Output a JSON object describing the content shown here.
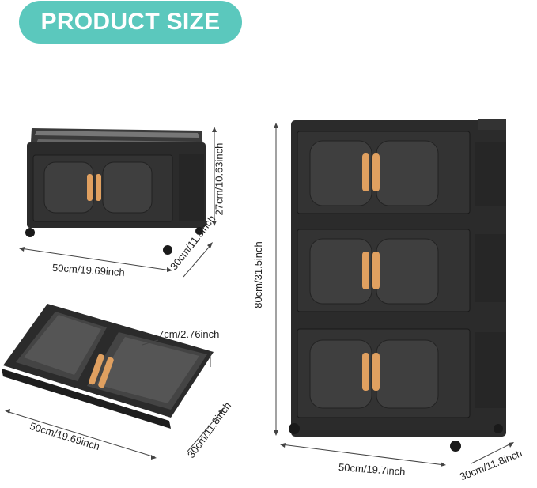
{
  "badge": {
    "label": "PRODUCT SIZE",
    "color": "#5bc8bd"
  },
  "single_box": {
    "height_label": "27cm/10.63inch",
    "width_label": "50cm/19.69inch",
    "depth_label": "30cm/11.8inch"
  },
  "folded_box": {
    "height_label": "7cm/2.76inch",
    "width_label": "50cm/19.69inch",
    "depth_label": "30cm/11.8inch"
  },
  "stacked_unit": {
    "height_label": "80cm/31.5inch",
    "width_label": "50cm/19.7inch",
    "depth_label": "30cm/11.8inch"
  },
  "colors": {
    "body": "#2b2b2b",
    "handle": "#e0a060"
  }
}
